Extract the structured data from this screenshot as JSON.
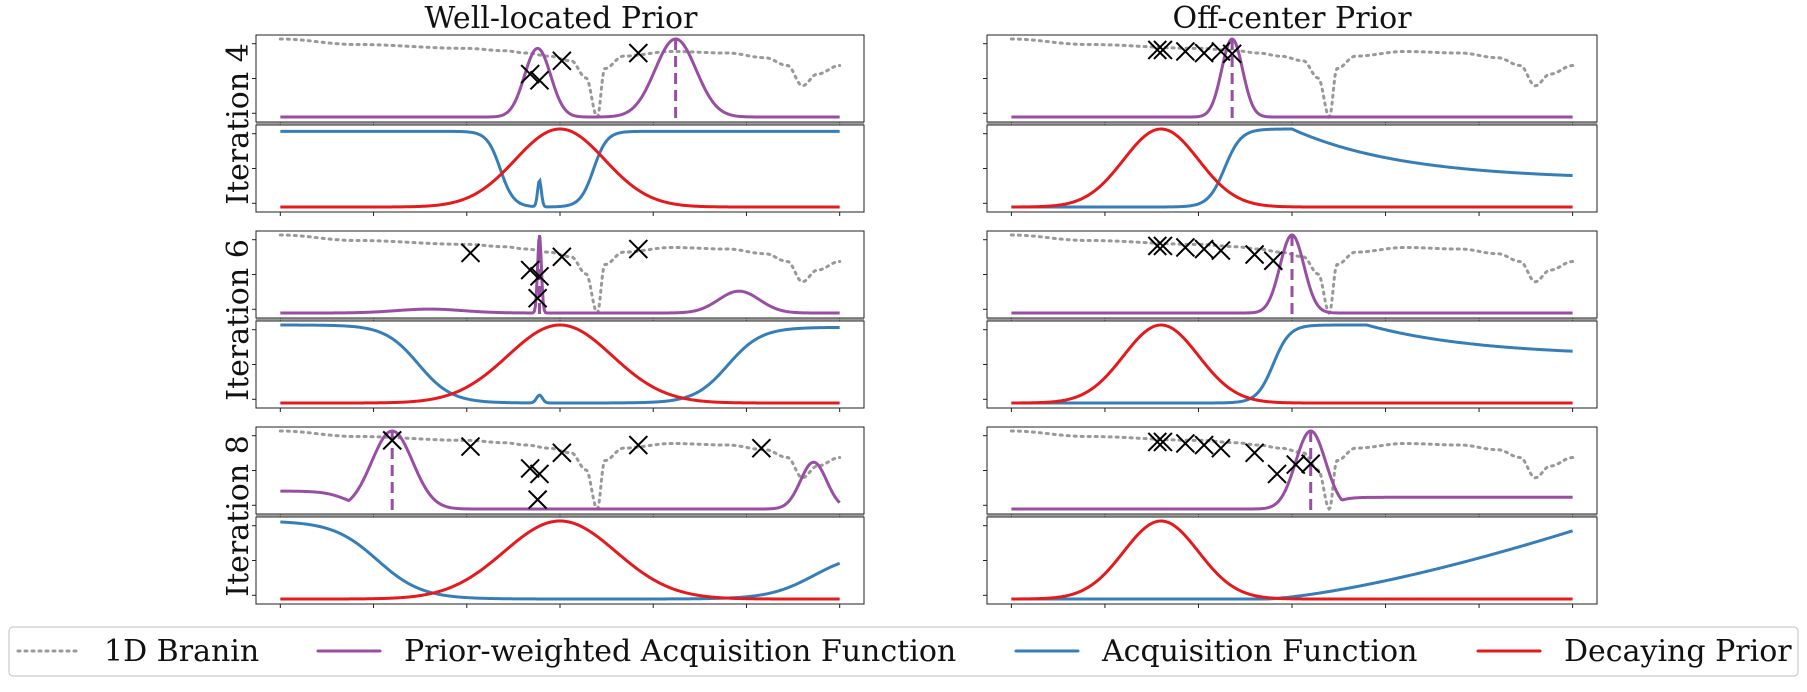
{
  "columns": [
    {
      "title": "Well-located Prior",
      "xlim": [
        -5,
        10
      ]
    },
    {
      "title": "Off-center Prior",
      "xlim": [
        -5,
        10
      ]
    }
  ],
  "rows": [
    {
      "label": "Iteration 4"
    },
    {
      "label": "Iteration 6"
    },
    {
      "label": "Iteration 8"
    }
  ],
  "legend": {
    "placement": "bottom",
    "items": [
      {
        "key": "branin",
        "label": "1D Branin",
        "color": "#999999",
        "style": "dotted"
      },
      {
        "key": "pwaf",
        "label": "Prior-weighted Acquisition Function",
        "color": "#984ea3",
        "style": "solid"
      },
      {
        "key": "af",
        "label": "Acquisition Function",
        "color": "#377eb8",
        "style": "solid"
      },
      {
        "key": "prior",
        "label": "Decaying Prior",
        "color": "#e41a1c",
        "style": "solid"
      }
    ]
  },
  "chart_data": {
    "type": "line",
    "x_ticks": [
      -5.0,
      -2.5,
      0.0,
      2.5,
      5.0,
      7.5,
      10.0
    ],
    "ylim": [
      0,
      1
    ],
    "grid": false,
    "panels": [
      {
        "column": 0,
        "row": 0,
        "top": {
          "pwaf_peaks": [
            {
              "mu": 1.9,
              "sigma": 0.35,
              "h": 0.88
            },
            {
              "mu": 1.75,
              "sigma": 0.06,
              "h": 0.28
            },
            {
              "mu": 5.6,
              "sigma": 0.55,
              "h": 1.0
            }
          ],
          "argmax": 5.6,
          "observations": [
            [
              1.7,
              0.55
            ],
            [
              1.95,
              0.47
            ],
            [
              2.55,
              0.72
            ],
            [
              4.6,
              0.82
            ]
          ]
        },
        "bottom": {
          "prior": {
            "mu": 2.5,
            "sigma": 1.2,
            "h": 1.0
          },
          "af": {
            "base": 0.97,
            "left_edge": 0.9,
            "right_edge": 3.4,
            "edge_w": 0.18,
            "right_level": 0.97,
            "bumps": [
              {
                "mu": 1.95,
                "sigma": 0.05,
                "h": 0.34
              }
            ]
          }
        }
      },
      {
        "column": 1,
        "row": 0,
        "top": {
          "pwaf_peaks": [
            {
              "mu": 0.9,
              "sigma": 0.28,
              "h": 1.0
            }
          ],
          "argmax": 0.9,
          "observations": [
            [
              -1.1,
              0.86
            ],
            [
              -0.95,
              0.86
            ],
            [
              -0.35,
              0.84
            ],
            [
              0.15,
              0.82
            ],
            [
              0.6,
              0.84
            ],
            [
              0.9,
              0.81
            ]
          ]
        },
        "bottom": {
          "prior": {
            "mu": -1.0,
            "sigma": 1.0,
            "h": 1.0
          },
          "af": {
            "base": 0.0,
            "left_edge": 0.7,
            "edge_w": 0.22,
            "peak_x": 2.5,
            "peak_h": 1.0,
            "tail_level": 0.35
          }
        }
      },
      {
        "column": 0,
        "row": 1,
        "top": {
          "pwaf_peaks": [
            {
              "mu": 1.95,
              "sigma": 0.05,
              "h": 1.0
            },
            {
              "mu": -1.0,
              "sigma": 0.9,
              "h": 0.05
            },
            {
              "mu": 7.3,
              "sigma": 0.55,
              "h": 0.28
            }
          ],
          "argmax": 1.95,
          "observations": [
            [
              0.1,
              0.77
            ],
            [
              1.7,
              0.55
            ],
            [
              1.95,
              0.47
            ],
            [
              2.55,
              0.72
            ],
            [
              4.6,
              0.82
            ],
            [
              1.9,
              0.19
            ]
          ]
        },
        "bottom": {
          "prior": {
            "mu": 2.5,
            "sigma": 1.4,
            "h": 1.0
          },
          "af": {
            "base": 0.0,
            "left_edge": -1.3,
            "right_edge": 7.0,
            "edge_w": 0.45,
            "left_level": 1.0,
            "right_level": 0.97,
            "bumps": [
              {
                "mu": 1.95,
                "sigma": 0.08,
                "h": 0.1
              }
            ]
          }
        }
      },
      {
        "column": 1,
        "row": 1,
        "top": {
          "pwaf_peaks": [
            {
              "mu": 2.5,
              "sigma": 0.32,
              "h": 1.0
            }
          ],
          "argmax": 2.5,
          "observations": [
            [
              -1.1,
              0.86
            ],
            [
              -0.95,
              0.86
            ],
            [
              -0.35,
              0.84
            ],
            [
              0.15,
              0.82
            ],
            [
              0.6,
              0.8
            ],
            [
              1.5,
              0.75
            ],
            [
              2.0,
              0.67
            ]
          ]
        },
        "bottom": {
          "prior": {
            "mu": -1.0,
            "sigma": 1.0,
            "h": 1.0
          },
          "af": {
            "base": 0.0,
            "left_edge": 2.0,
            "edge_w": 0.22,
            "peak_x": 4.5,
            "peak_h": 1.0,
            "tail_level": 0.6
          }
        }
      },
      {
        "column": 0,
        "row": 2,
        "top": {
          "pwaf_peaks": [
            {
              "mu": -2.0,
              "sigma": 0.55,
              "h": 1.0
            },
            {
              "mu": 9.3,
              "sigma": 0.35,
              "h": 0.6
            }
          ],
          "pwaf_base": 0.23,
          "argmax": -2.0,
          "observations": [
            [
              -2.0,
              0.88
            ],
            [
              0.1,
              0.8
            ],
            [
              1.7,
              0.52
            ],
            [
              1.95,
              0.45
            ],
            [
              2.55,
              0.72
            ],
            [
              4.6,
              0.82
            ],
            [
              7.9,
              0.78
            ],
            [
              1.9,
              0.12
            ]
          ]
        },
        "bottom": {
          "prior": {
            "mu": 2.5,
            "sigma": 1.5,
            "h": 1.0
          },
          "af": {
            "base": 0.0,
            "left_edge": -2.4,
            "right_edge": 9.3,
            "edge_w": 0.6,
            "left_level": 1.0,
            "right_level": 0.6
          }
        }
      },
      {
        "column": 1,
        "row": 2,
        "top": {
          "pwaf_peaks": [
            {
              "mu": 3.0,
              "sigma": 0.4,
              "h": 1.0
            }
          ],
          "pwaf_right_tail": 0.15,
          "argmax": 3.0,
          "observations": [
            [
              -1.1,
              0.86
            ],
            [
              -0.95,
              0.86
            ],
            [
              -0.35,
              0.84
            ],
            [
              0.15,
              0.82
            ],
            [
              0.6,
              0.78
            ],
            [
              1.5,
              0.72
            ],
            [
              2.1,
              0.45
            ],
            [
              2.6,
              0.57
            ],
            [
              3.0,
              0.58
            ]
          ]
        },
        "bottom": {
          "prior": {
            "mu": -1.0,
            "sigma": 1.0,
            "h": 1.0
          },
          "af": {
            "base": 0.0,
            "left_edge": 1.8,
            "edge_w": 1.3,
            "peak_x": 10.5,
            "peak_h": 1.0,
            "tail_level": 1.0,
            "slow_rise": true
          }
        }
      }
    ]
  }
}
